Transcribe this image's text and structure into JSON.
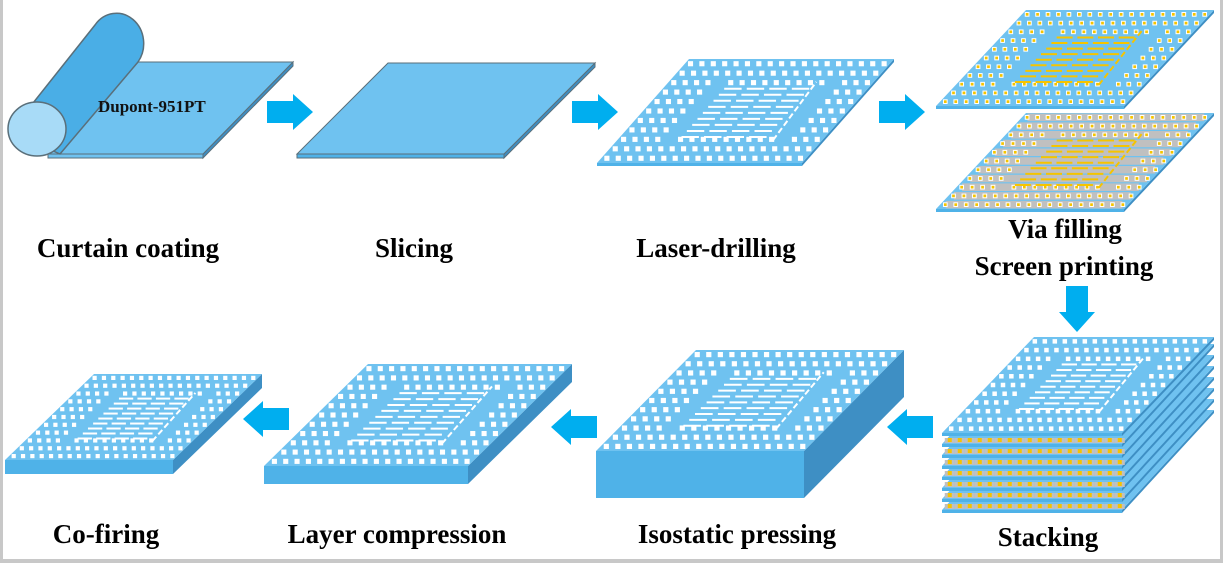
{
  "title": "LTCC fabrication process flow",
  "colors": {
    "tape_top": "#6fc2f0",
    "tape_side": "#3e8fc4",
    "tape_front": "#4fb2e8",
    "outline": "#5a6f7a",
    "hole": "#ffffff",
    "via_fill": "#f5c400",
    "paste_line": "#c0c0c0",
    "arrow": "#00aeef",
    "roll_light": "#a8dbf7"
  },
  "material_label": "Dupont-951PT",
  "steps": [
    {
      "id": "curtain-coating",
      "label": "Curtain coating"
    },
    {
      "id": "slicing",
      "label": "Slicing"
    },
    {
      "id": "laser-drilling",
      "label": "Laser-drilling"
    },
    {
      "id": "via-filling",
      "label": "Via filling"
    },
    {
      "id": "screen-printing",
      "label": "Screen printing"
    },
    {
      "id": "stacking",
      "label": "Stacking"
    },
    {
      "id": "isostatic-pressing",
      "label": "Isostatic pressing"
    },
    {
      "id": "layer-compression",
      "label": "Layer compression"
    },
    {
      "id": "co-firing",
      "label": "Co-firing"
    }
  ],
  "arrows": [
    {
      "from": "curtain-coating",
      "to": "slicing",
      "direction": "right"
    },
    {
      "from": "slicing",
      "to": "laser-drilling",
      "direction": "right"
    },
    {
      "from": "laser-drilling",
      "to": "via-filling",
      "direction": "right"
    },
    {
      "from": "screen-printing",
      "to": "stacking",
      "direction": "down"
    },
    {
      "from": "stacking",
      "to": "isostatic-pressing",
      "direction": "left"
    },
    {
      "from": "isostatic-pressing",
      "to": "layer-compression",
      "direction": "left"
    },
    {
      "from": "layer-compression",
      "to": "co-firing",
      "direction": "left"
    }
  ],
  "stack_layer_count": 8
}
